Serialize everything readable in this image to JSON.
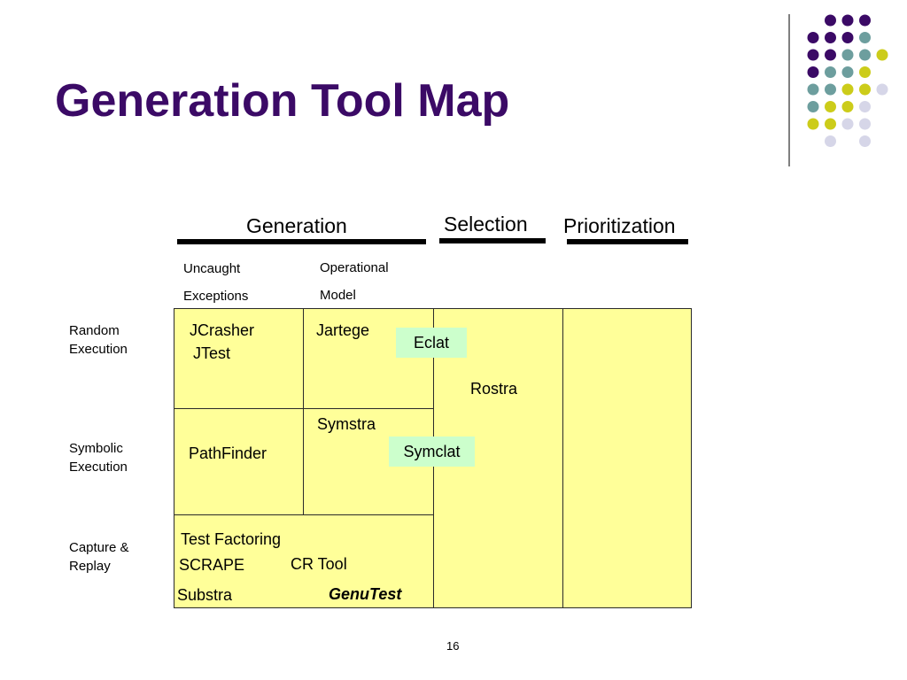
{
  "slide": {
    "title": "Generation Tool Map",
    "page_number": "16"
  },
  "columns": {
    "generation": "Generation",
    "selection": "Selection",
    "prioritization": "Prioritization"
  },
  "subheaders": {
    "uncaught_line1": "Uncaught",
    "uncaught_line2": "Exceptions",
    "operational_line1": "Operational",
    "operational_line2": "Model"
  },
  "rows": {
    "random_line1": "Random",
    "random_line2": "Execution",
    "symbolic_line1": "Symbolic",
    "symbolic_line2": "Execution",
    "capture_line1": "Capture &",
    "capture_line2": "Replay"
  },
  "tools": {
    "jcrasher": "JCrasher",
    "jtest": "JTest",
    "jartege": "Jartege",
    "eclat": "Eclat",
    "rostra": "Rostra",
    "symstra": "Symstra",
    "pathfinder": "PathFinder",
    "symclat": "Symclat",
    "test_factoring": "Test Factoring",
    "scrape": "SCRAPE",
    "cr_tool": "CR Tool",
    "substra": "Substra",
    "genutest": "GenuTest"
  },
  "colors": {
    "title": "#3b0a66",
    "cell_fill": "#ffff99",
    "chip_fill": "#ccffcc",
    "dot_purple": "#3b0a66",
    "dot_teal": "#6d9e9e",
    "dot_yellow": "#cccc1a",
    "dot_lavender": "#d6d6e8"
  }
}
